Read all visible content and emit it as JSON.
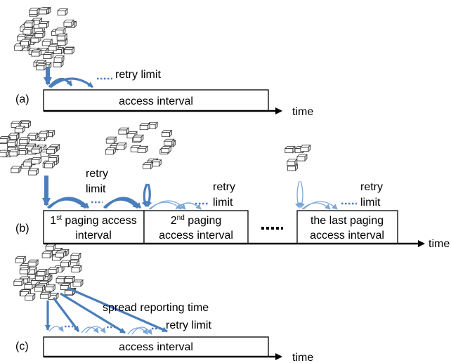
{
  "panel_a": {
    "id": "(a)",
    "retry_label": "retry limit",
    "interval_label": "access interval",
    "axis_label": "time"
  },
  "panel_b": {
    "id": "(b)",
    "retry_label_line1": "retry",
    "retry_label_line2": "limit",
    "retry2_line1": "retry",
    "retry2_line2": "limit",
    "retry3_line1": "retry",
    "retry3_line2": "limit",
    "first_number": "1",
    "first_sup": "st",
    "first_rest": " paging access",
    "first_line2": "interval",
    "second_number": "2",
    "second_sup": "nd",
    "second_rest": " paging",
    "second_line2": "access interval",
    "last_line1": "the last paging",
    "last_line2": "access interval",
    "axis_label": "time"
  },
  "panel_c": {
    "id": "(c)",
    "spread_label": "spread reporting time",
    "retry_label": "retry limit",
    "interval_label": "access interval",
    "axis_label": "time"
  },
  "colors": {
    "arrow": "#4a7ebb",
    "arrow_light": "#7aa6d8"
  },
  "icons": [
    "device-cluster-icon"
  ]
}
